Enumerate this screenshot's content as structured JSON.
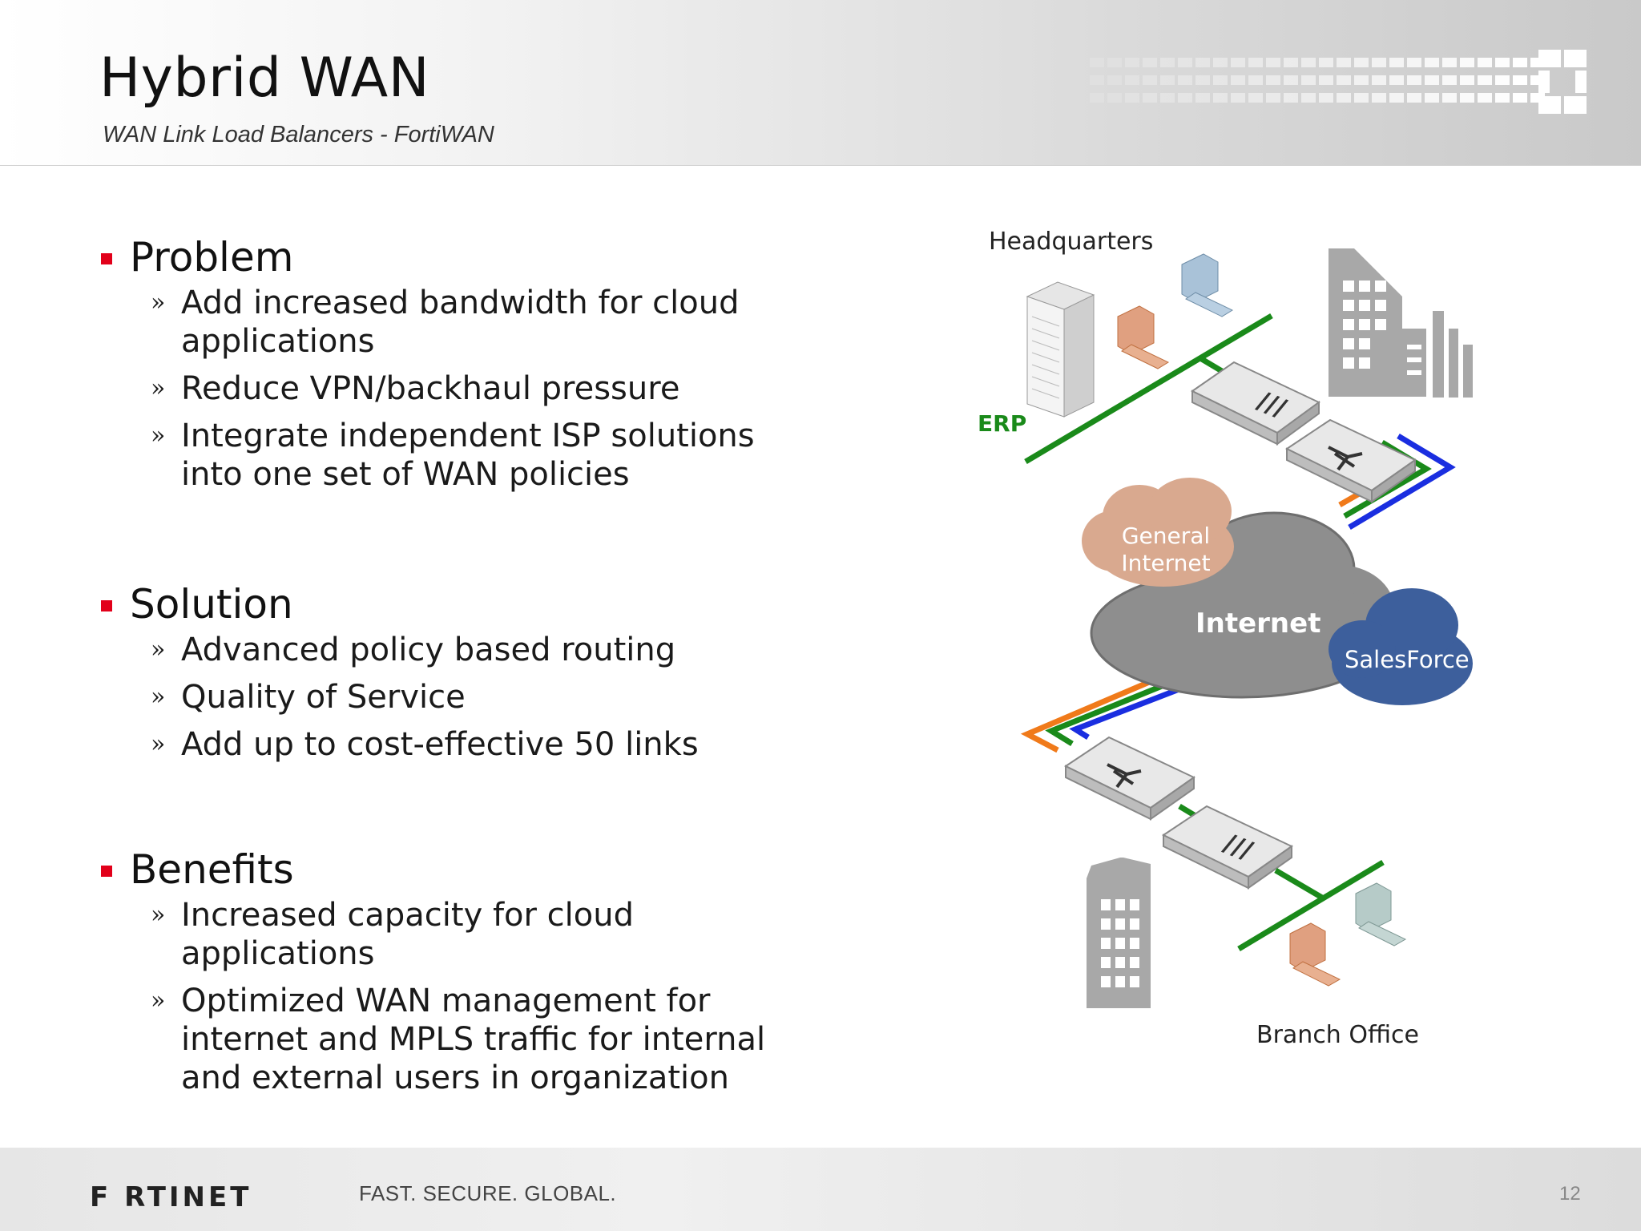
{
  "header": {
    "title": "Hybrid WAN",
    "subtitle": "WAN Link Load Balancers - FortiWAN"
  },
  "sections": [
    {
      "title": "Problem",
      "items": [
        "Add increased bandwidth for cloud applications",
        "Reduce VPN/backhaul pressure",
        "Integrate independent ISP solutions into one set of WAN policies"
      ]
    },
    {
      "title": "Solution",
      "items": [
        "Advanced policy based routing",
        "Quality of Service",
        "Add up to cost-effective 50 links"
      ]
    },
    {
      "title": "Benefits",
      "items": [
        "Increased capacity for cloud applications",
        "Optimized WAN management for internet and MPLS traffic for internal and external users in organization"
      ]
    }
  ],
  "bullet_mark": "»",
  "diagram": {
    "hq_label": "Headquarters",
    "erp_label": "ERP",
    "general_internet_label": "General Internet",
    "internet_label": "Internet",
    "salesforce_label": "SalesForce",
    "branch_label": "Branch Office",
    "device_glyph_1": "///",
    "device_glyph_2": "///",
    "colors": {
      "green": "#1a8a1a",
      "orange": "#f07a1a",
      "blue": "#1a2ee0",
      "cloud_grey": "#8e8e8e",
      "cloud_orange": "#d9a98f",
      "cloud_blue": "#3d5f9c"
    }
  },
  "footer": {
    "logo": "F RTINET",
    "tagline": "FAST. SECURE. GLOBAL.",
    "page_number": "12"
  }
}
